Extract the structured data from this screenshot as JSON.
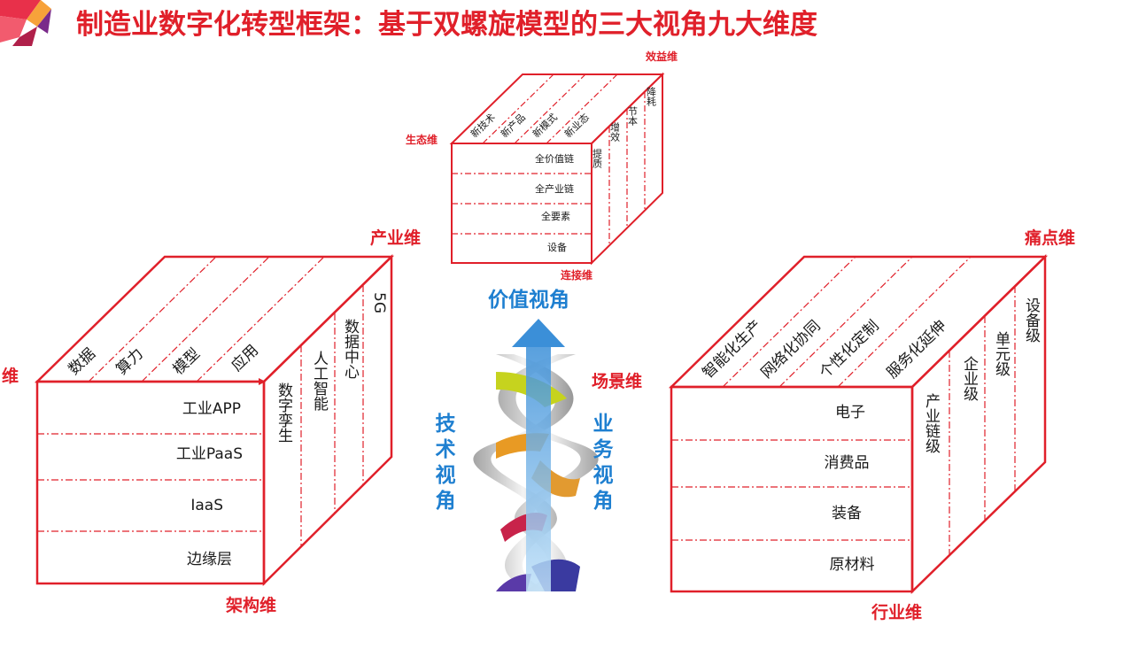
{
  "title": "制造业数字化转型框架：基于双螺旋模型的三大视角九大维度",
  "colors": {
    "red": "#e0202a",
    "blue": "#1e7fd0",
    "text": "#1a1a1a"
  },
  "top_cube": {
    "label_effect": "效益维",
    "label_ecology": "生态维",
    "label_connect": "连接维",
    "top_items": [
      "新技术",
      "新产品",
      "新模式",
      "新业态"
    ],
    "front_rows": [
      "全价值链",
      "全产业链",
      "全要素",
      "设备"
    ],
    "side_items": [
      "提质",
      "增效",
      "节本",
      "降耗"
    ]
  },
  "left_cube": {
    "label_industry": "产业维",
    "label_arch": "架构维",
    "label_left_cut": "维",
    "top_items": [
      "数据",
      "算力",
      "模型",
      "应用"
    ],
    "front_rows": [
      "工业APP",
      "工业PaaS",
      "IaaS",
      "边缘层"
    ],
    "side_items": [
      "数字孪生",
      "人工智能",
      "数据中心",
      "5G"
    ]
  },
  "right_cube": {
    "label_pain": "痛点维",
    "label_trade": "行业维",
    "top_items": [
      "智能化生产",
      "网络化协同",
      "个性化定制",
      "服务化延伸"
    ],
    "front_rows": [
      "电子",
      "消费品",
      "装备",
      "原材料"
    ],
    "side_items": [
      "产业链级",
      "企业级",
      "单元级",
      "设备级"
    ]
  },
  "center": {
    "value_view": "价值视角",
    "tech_view": "技术视角",
    "business_view": "业务视角",
    "scene_dim": "场景维"
  },
  "icons": {
    "logo": "corner-logo-shape",
    "helix": "double-helix-arrow"
  }
}
